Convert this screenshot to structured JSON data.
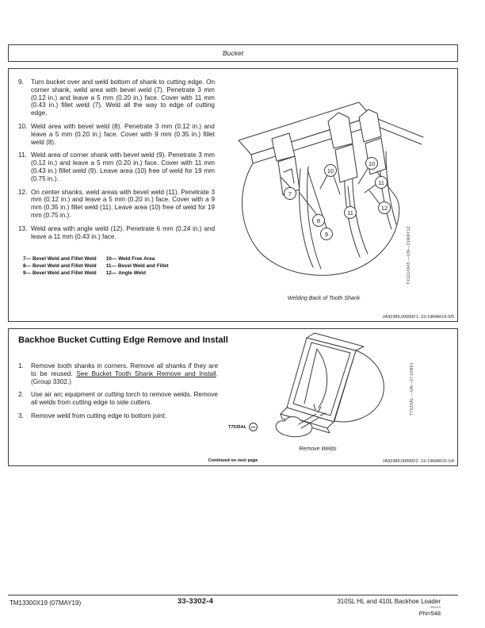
{
  "header": {
    "title": "Bucket"
  },
  "section1": {
    "steps": [
      {
        "num": "9.",
        "text": "Turn bucket over and weld bottom of shank to cutting edge. On corner shank, weld area with bevel weld (7). Penetrate 3 mm (0.12 in.) and leave a 5 mm (0.20 in.) face. Cover with 11 mm (0.43 in.) fillet weld (7). Weld all the way to edge of cutting edge."
      },
      {
        "num": "10.",
        "text": "Weld area with bevel weld (8). Penetrate 3 mm (0.12 in.) and leave a 5 mm (0.20 in.) face. Cover with 9 mm (0.35 in.) fillet weld (8)."
      },
      {
        "num": "11.",
        "text": "Weld area of corner shank with bevel weld (9). Penetrate 3 mm (0.12 in.) and leave a 5 mm (0.20 in.) face. Cover with 11 mm (0.43 in.) fillet weld (9). Leave area (10) free of weld for 19 mm (0.75 in.)."
      },
      {
        "num": "12.",
        "text": "On center shanks, weld areas with bevel weld (11). Penetrate 3 mm (0.12 in.) and leave a 5 mm (0.20 in.) face. Cover with a 9 mm (0.35 in.) fillet weld (11). Leave area (10) free of weld for 19 mm (0.75 in.)."
      },
      {
        "num": "13.",
        "text": "Weld area with angle weld (12). Penetrate 6 mm (0.24 in.) and leave a 11 mm (0.43 in.) face."
      }
    ],
    "legend": [
      {
        "key": "7—",
        "label": "Bevel Weld and Fillet Weld"
      },
      {
        "key": "8—",
        "label": "Bevel Weld and Fillet Weld"
      },
      {
        "key": "9—",
        "label": "Bevel Weld and Fillet Weld"
      },
      {
        "key": "10—",
        "label": "Weld Free Area"
      },
      {
        "key": "11—",
        "label": "Bevel Weld and Fillet"
      },
      {
        "key": "12—",
        "label": "Angle Weld"
      }
    ],
    "figure": {
      "caption": "Welding Back of Tooth Shank",
      "vertical_id": "TX1114945 —UN—31MAY12",
      "callouts": [
        "7",
        "8",
        "9",
        "10",
        "10",
        "11",
        "11",
        "12"
      ]
    },
    "figure_id": "JA92389,00000F1 -19-19MAR15-5/5"
  },
  "section2": {
    "heading": "Backhoe Bucket Cutting Edge Remove and Install",
    "steps": [
      {
        "num": "1.",
        "text_before": "Remove tooth shanks in corners. Remove all shanks if they are to be reused. ",
        "link": "See Bucket Tooth Shank Remove and Install",
        "text_after": ". (Group 3302.)"
      },
      {
        "num": "2.",
        "text": "Use air arc equipment or cutting torch to remove welds. Remove all welds from cutting edge to side cutters."
      },
      {
        "num": "3.",
        "text": "Remove weld from cutting edge to bottom joint."
      }
    ],
    "figure": {
      "label": "T7535AL",
      "label_badge": "CV",
      "caption": "Remove Welds",
      "vertical_id": "T7535AL —UN—07JUN91"
    },
    "continued": "Continued on next page",
    "figure_id": "JA92389,00000F2 -19-19MAR15-1/4"
  },
  "footer": {
    "manual_code": "TM13300X19 (07MAY19)",
    "page_number": "33-3302-4",
    "model": "310SL HL and 410L Backhoe Loader",
    "print_code": "090119",
    "pn": "PN=548"
  }
}
